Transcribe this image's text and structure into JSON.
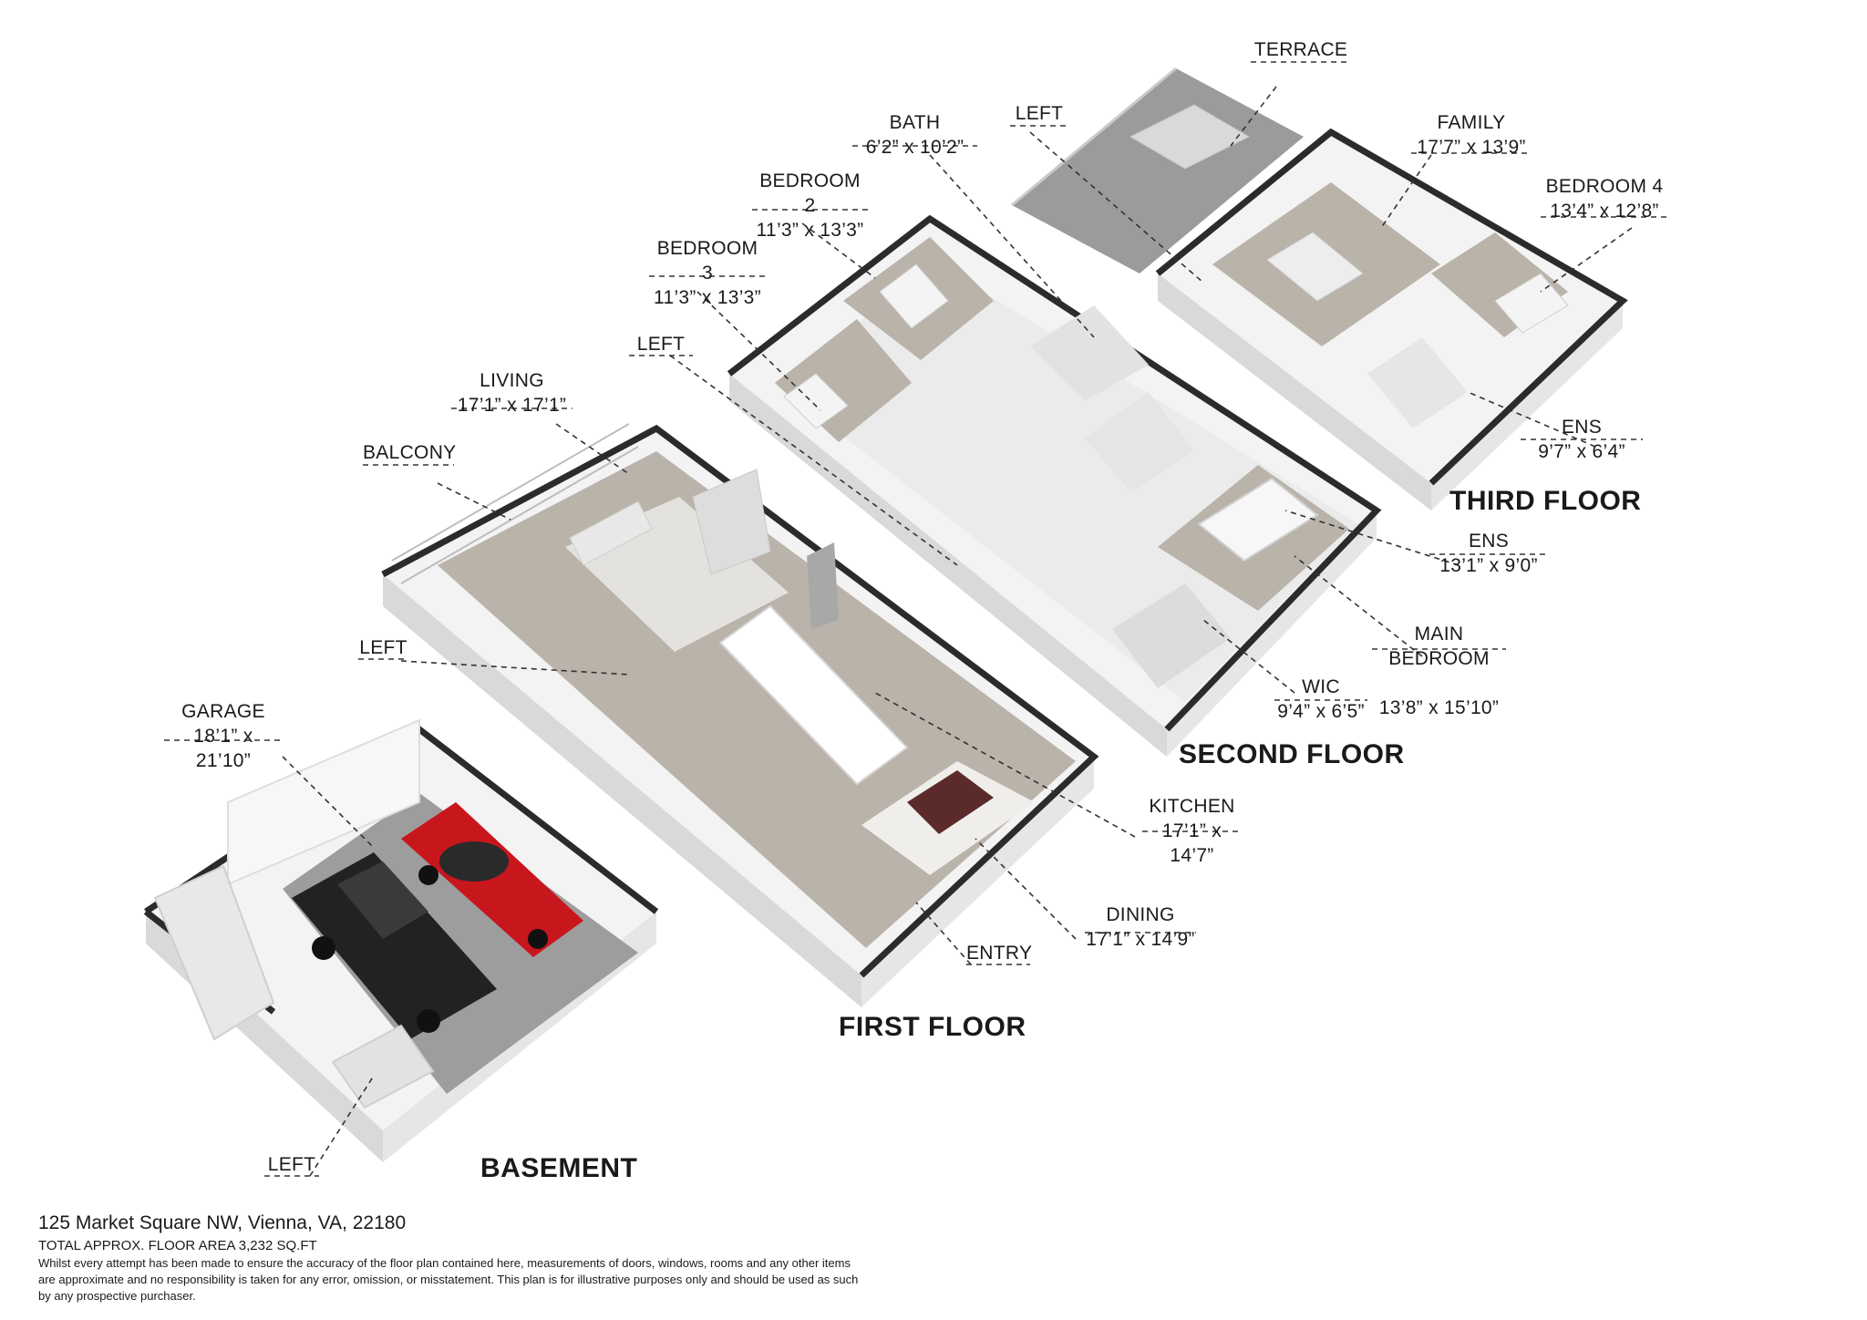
{
  "floors": {
    "basement": "BASEMENT",
    "first": "FIRST FLOOR",
    "second": "SECOND FLOOR",
    "third": "THIRD FLOOR"
  },
  "rooms": {
    "terrace": {
      "name": "TERRACE",
      "dim": ""
    },
    "left_third": {
      "name": "LEFT",
      "dim": ""
    },
    "family": {
      "name": "FAMILY",
      "dim": "17’7” x 13’9”"
    },
    "bedroom4": {
      "name": "BEDROOM 4",
      "dim": "13’4” x 12’8”"
    },
    "ens_third": {
      "name": "ENS",
      "dim": "9’7” x 6’4”"
    },
    "bath": {
      "name": "BATH",
      "dim": "6’2” x 10’2”"
    },
    "bedroom2": {
      "name": "BEDROOM 2",
      "dim": "11’3” x 13’3”"
    },
    "bedroom3": {
      "name": "BEDROOM 3",
      "dim": "11’3” x 13’3”"
    },
    "left_second": {
      "name": "LEFT",
      "dim": ""
    },
    "ens_second": {
      "name": "ENS",
      "dim": "13’1” x 9’0”"
    },
    "main_bedroom": {
      "name": "MAIN\nBEDROOM",
      "dim": "13’8” x 15’10”"
    },
    "wic": {
      "name": "WIC",
      "dim": "9’4” x 6’5”"
    },
    "living": {
      "name": "LIVING",
      "dim": "17’1” x 17’1”"
    },
    "balcony": {
      "name": "BALCONY",
      "dim": ""
    },
    "left_first": {
      "name": "LEFT",
      "dim": ""
    },
    "kitchen": {
      "name": "KITCHEN",
      "dim": "17’1” x 14’7”"
    },
    "dining": {
      "name": "DINING",
      "dim": "17’1” x 14’9”"
    },
    "entry": {
      "name": "ENTRY",
      "dim": ""
    },
    "garage": {
      "name": "GARAGE",
      "dim": "18’1” x 21’10”"
    },
    "left_basement": {
      "name": "LEFT",
      "dim": ""
    }
  },
  "footer": {
    "address": "125 Market Square NW, Vienna, VA, 22180",
    "area": "TOTAL APPROX. FLOOR AREA 3,232 SQ.FT",
    "disclaimer": "Whilst every attempt has been made to ensure the accuracy of the floor plan contained here, measurements of doors, windows, rooms and any other items are approximate and no responsibility is taken for any error, omission, or misstatement. This plan is for illustrative purposes only and should be used as such by any prospective purchaser."
  },
  "colors": {
    "wall": "#f2f2f2",
    "wall_shade": "#dcdcdc",
    "wall_top": "#2b2b2b",
    "floor_wood": "#b9b3aa",
    "floor_concrete": "#9c9c9c",
    "car_red": "#c8161d",
    "car_black": "#222222"
  }
}
